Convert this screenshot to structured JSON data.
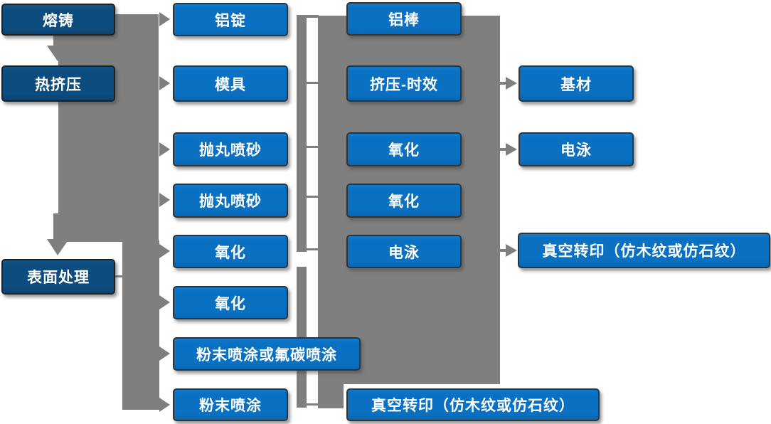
{
  "colors": {
    "stage_fill": "#0d4c7e",
    "process_fill": "#0a70c2",
    "connector_gray": "#7f7f7f",
    "box_border": "#333333",
    "text": "#ffffff"
  },
  "nodes": {
    "rongzhu": {
      "label": "熔铸"
    },
    "rejiya": {
      "label": "热挤压"
    },
    "biaomianchuli": {
      "label": "表面处理"
    },
    "lvding": {
      "label": "铝锭"
    },
    "muju": {
      "label": "模具"
    },
    "paowan1": {
      "label": "抛丸喷砂"
    },
    "paowan2": {
      "label": "抛丸喷砂"
    },
    "yanghua1": {
      "label": "氧化"
    },
    "yanghua2": {
      "label": "氧化"
    },
    "fenmo_futan": {
      "label": "粉末喷涂或氟碳喷涂"
    },
    "fenmo": {
      "label": "粉末喷涂"
    },
    "lvbang": {
      "label": "铝棒"
    },
    "jiya_shixiao": {
      "label": "挤压-时效"
    },
    "yanghua3": {
      "label": "氧化"
    },
    "yanghua4": {
      "label": "氧化"
    },
    "dianyong1": {
      "label": "电泳"
    },
    "zhenkong_bottom": {
      "label": "真空转印（仿木纹或仿石纹）"
    },
    "jicai": {
      "label": "基材"
    },
    "dianyong2": {
      "label": "电泳"
    },
    "zhenkong_right": {
      "label": "真空转印（仿木纹或仿石纹）"
    }
  },
  "edges": {
    "stage_chain": [
      "熔铸",
      "热挤压",
      "表面处理"
    ],
    "left_fanout_targets": [
      "铝锭",
      "模具",
      "抛丸喷砂",
      "抛丸喷砂",
      "氧化",
      "氧化",
      "粉末喷涂或氟碳喷涂",
      "粉末喷涂"
    ],
    "right_arrows": [
      {
        "from": "挤压-时效",
        "to": "基材"
      },
      {
        "from": "氧化",
        "to": "电泳"
      },
      {
        "from": "电泳",
        "to": "真空转印（仿木纹或仿石纹）"
      },
      {
        "from": "粉末喷涂",
        "to": "真空转印（仿木纹或仿石纹）"
      }
    ]
  }
}
